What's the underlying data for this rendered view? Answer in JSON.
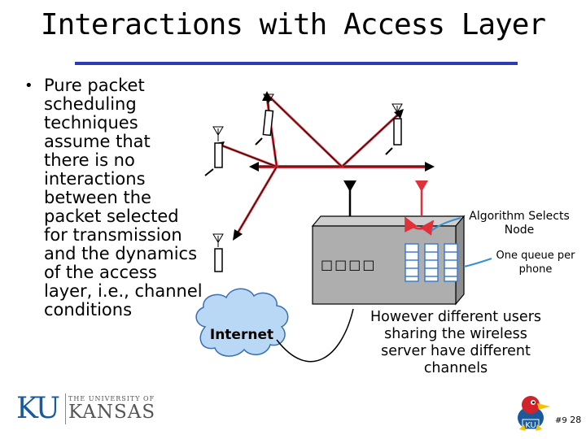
{
  "slide": {
    "title": "Interactions with Access Layer",
    "bullet_lines": [
      "Pure packet",
      "scheduling",
      "techniques",
      "assume that",
      "there is no",
      "interactions",
      "between the",
      "packet selected",
      "for transmission",
      "and the dynamics",
      "of the access",
      "layer, i.e., channel",
      "conditions"
    ]
  },
  "diagram": {
    "internet_label": "Internet",
    "algorithm_label_line1": "Algorithm Selects",
    "algorithm_label_line2": "Node",
    "queue_label_line1": "One queue per",
    "queue_label_line2": "phone",
    "server_panel_label": "□□□□",
    "however_lines": [
      "However different users",
      "sharing the wireless",
      "server have different",
      "channels"
    ]
  },
  "footer": {
    "logo_letters": "KU",
    "logo_small": "THE UNIVERSITY OF",
    "logo_big": "KANSAS",
    "mascot_badge": "KU",
    "slide_number_prefix": "#9",
    "slide_number": "28"
  },
  "colors": {
    "title_rule": "#2e3bb7",
    "arrow_red": "#e0303a",
    "callout_blue": "#3a8fd0",
    "cloud_blue": "#b9d8f5",
    "server_gray": "#aeaeae",
    "queue_blue": "#3d7fcf",
    "ku_blue": "#1a5a9a"
  }
}
